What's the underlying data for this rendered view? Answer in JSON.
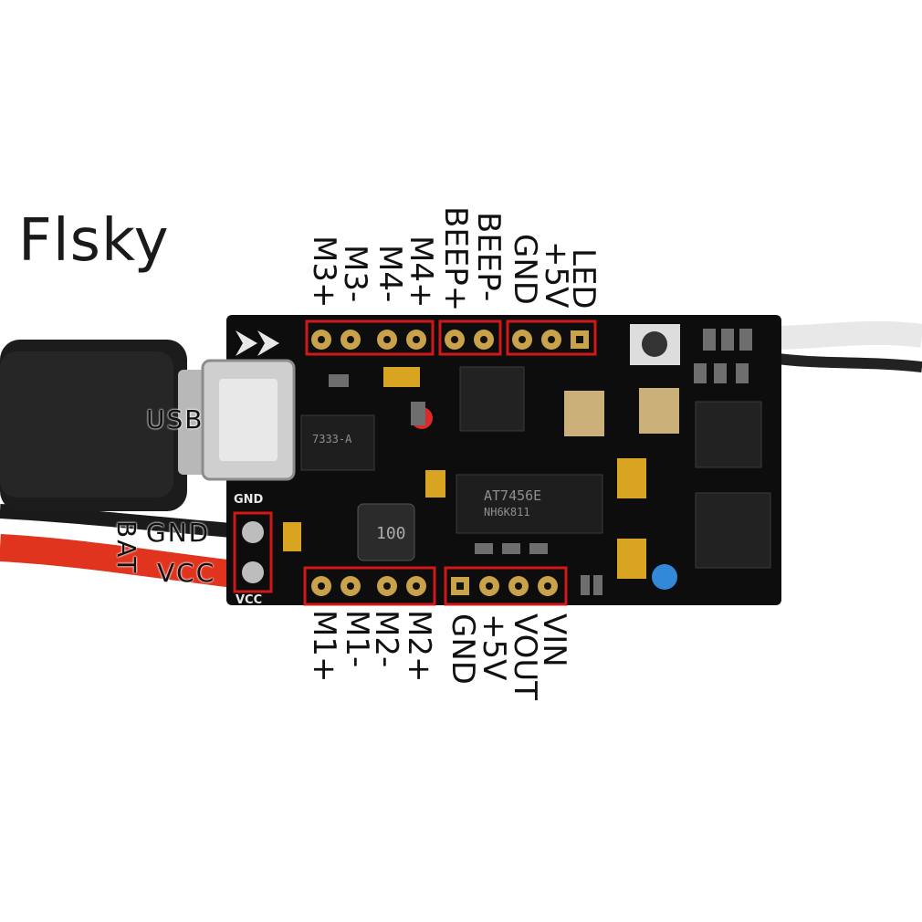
{
  "brand": "Flsky",
  "top_labels": {
    "m3_plus": "M3+",
    "m3_minus": "M3-",
    "m4_minus": "M4-",
    "m4_plus": "M4+",
    "beep_plus": "BEEP+",
    "beep_minus": "BEEP-",
    "gnd": "GND",
    "plus5v": "+5V",
    "led": "LED"
  },
  "bottom_labels": {
    "m1_plus": "M1+",
    "m1_minus": "M1-",
    "m2_minus": "M2-",
    "m2_plus": "M2+",
    "gnd": "GND",
    "plus5v": "+5V",
    "vout": "VOUT",
    "vin": "VIN"
  },
  "side_labels": {
    "usb": "USB",
    "gnd": "GND",
    "vcc": "VCC",
    "bat": "BAT"
  },
  "silkscreen": {
    "gnd": "GND",
    "vcc": "VCC"
  },
  "chip_markings": {
    "regulator": "7333-A",
    "inductor": "100",
    "driver": "AT7456E",
    "driver_line2": "NH6K811"
  },
  "colors": {
    "pcb": "#0d0d0d",
    "highlight_box": "#d01818",
    "gold_pad": "#c9a24a",
    "usb_cable": "#1c1c1c",
    "red_wire": "#e0341e",
    "led_red": "#ff3030",
    "led_blue": "#3aa0ff"
  }
}
